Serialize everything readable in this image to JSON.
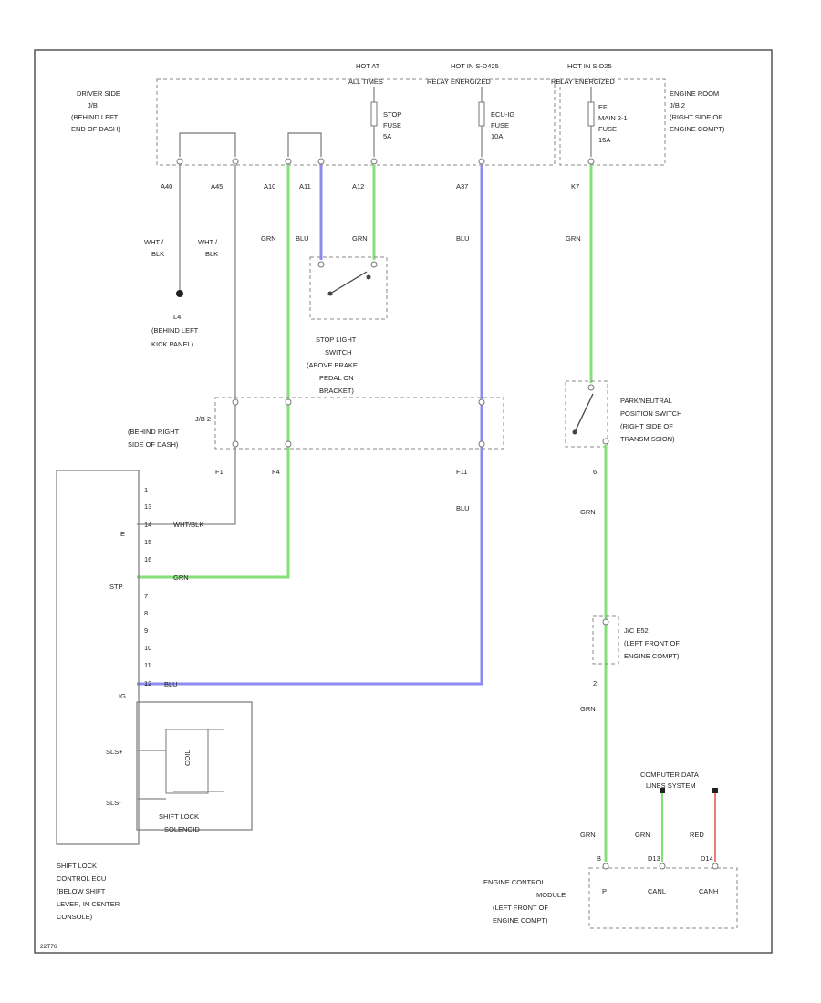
{
  "colors": {
    "grn": "#86e07a",
    "blu": "#8b8bf0",
    "red": "#f07b7b",
    "wire": "#888888"
  },
  "power": {
    "hot_at_1": "HOT AT",
    "hot_at_2": "ALL TIMES",
    "hot_relay_1": "HOT IN S-D425",
    "hot_relay_2": "RELAY ENERGIZED",
    "hot_relay3_1": "HOT IN S-D25",
    "hot_relay3_2": "RELAY ENERGIZED"
  },
  "jb_driver": [
    "DRIVER SIDE",
    "J/B",
    "(BEHIND LEFT",
    "END OF DASH)"
  ],
  "engine_room_jb": [
    "ENGINE ROOM",
    "J/B 2",
    "(RIGHT SIDE OF",
    "ENGINE COMPT)"
  ],
  "fuses": {
    "stop": [
      "STOP",
      "FUSE",
      "5A"
    ],
    "ecu": [
      "ECU-IG",
      "FUSE",
      "10A"
    ],
    "efi": [
      "EFI",
      "MAIN 2-1",
      "FUSE",
      "15A"
    ]
  },
  "pins": {
    "a40": "A40",
    "a45": "A45",
    "a10": "A10",
    "a11": "A11",
    "a12": "A12",
    "a37": "A37",
    "k7": "K7",
    "f1": "F1",
    "f4": "F4",
    "f11": "F11",
    "p6": "6",
    "p2": "2"
  },
  "wire_labels": {
    "wht_blk_1": [
      "WHT /",
      "BLK"
    ],
    "wht_blk_2": [
      "WHT /",
      "BLK"
    ],
    "grn": "GRN",
    "blu": "BLU",
    "wht_blk_ecu": "WHT/BLK",
    "red": "RED"
  },
  "ground": [
    "L4",
    "(BEHIND LEFT",
    "KICK PANEL)"
  ],
  "stop_switch": [
    "STOP LIGHT",
    "SWITCH",
    "(ABOVE BRAKE",
    "PEDAL ON",
    "BRACKET)"
  ],
  "jb2": [
    "J/B 2",
    "(BEHIND RIGHT",
    "SIDE OF DASH)"
  ],
  "pn_switch": [
    "PARK/NEUTRAL",
    "POSITION SWITCH",
    "(RIGHT SIDE OF",
    "TRANSMISSION)"
  ],
  "jc": [
    "J/C E52",
    "(LEFT FRONT OF",
    "ENGINE COMPT)"
  ],
  "dlc": [
    "COMPUTER DATA",
    "LINES SYSTEM"
  ],
  "ecu_pins": [
    "1",
    "13",
    "14",
    "15",
    "16",
    "7",
    "8",
    "9",
    "10",
    "11",
    "12"
  ],
  "ecu_labels": {
    "e": "E",
    "stp": "STP",
    "ig": "IG",
    "sls_p": "SLS+",
    "sls_n": "SLS-"
  },
  "ecu_name": [
    "SHIFT LOCK",
    "CONTROL ECU",
    "(BELOW SHIFT",
    "LEVER, IN CENTER",
    "CONSOLE)"
  ],
  "solenoid": [
    "SHIFT LOCK",
    "SOLENOID"
  ],
  "solenoid_coil": "COIL",
  "ecm_pins": {
    "p": "P",
    "canl": "CANL",
    "canh": "CANH",
    "p_pin": "B",
    "canl_pin": "D13",
    "canh_pin": "D14"
  },
  "ecm_name": [
    "ENGINE CONTROL",
    "MODULE",
    "(LEFT FRONT OF",
    "ENGINE COMPT)"
  ],
  "footer_id": "22T76"
}
